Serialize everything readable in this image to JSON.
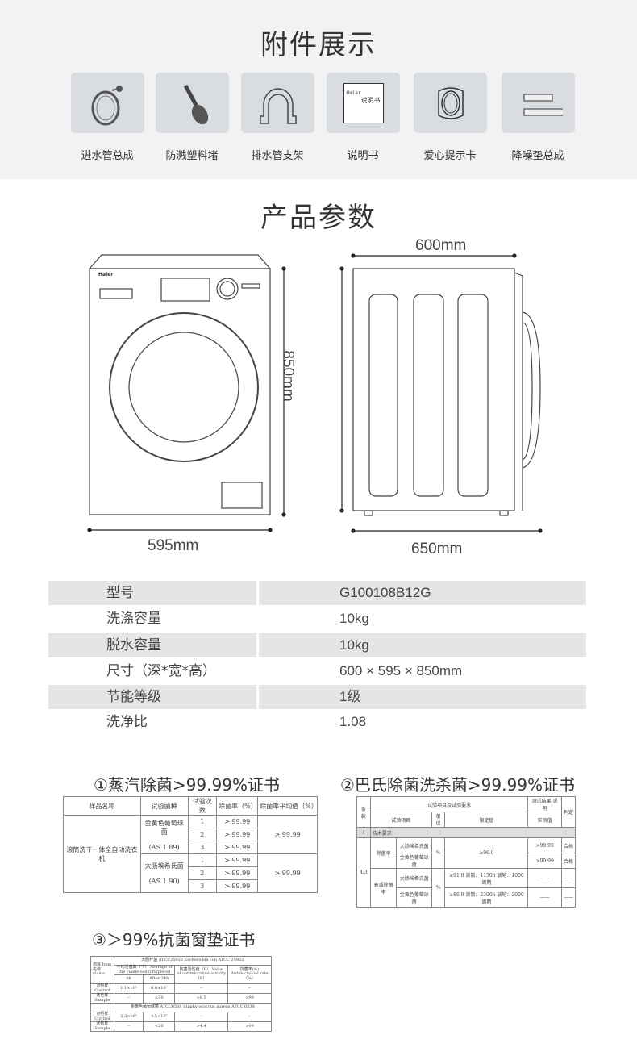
{
  "accessories": {
    "title": "附件展示",
    "items": [
      {
        "label": "进水管总成",
        "icon": "hose-icon"
      },
      {
        "label": "防溅塑料堵",
        "icon": "plastic-plug-icon"
      },
      {
        "label": "排水管支架",
        "icon": "drain-bracket-icon"
      },
      {
        "label": "说明书",
        "icon": "manual-icon",
        "brand": "Haier",
        "card_text": "说明书"
      },
      {
        "label": "爱心提示卡",
        "icon": "tip-card-icon"
      },
      {
        "label": "降噪垫总成",
        "icon": "noise-pad-icon"
      }
    ]
  },
  "params": {
    "title": "产品参数",
    "brand": "Haier",
    "dims": {
      "depth": "600mm",
      "height": "850mm",
      "width": "595mm",
      "depth_full": "650mm"
    }
  },
  "specs": [
    {
      "k": "型号",
      "v": "G100108B12G"
    },
    {
      "k": "洗涤容量",
      "v": "10kg"
    },
    {
      "k": "脱水容量",
      "v": "10kg"
    },
    {
      "k": "尺寸（深*宽*高）",
      "v": "600 × 595 × 850mm"
    },
    {
      "k": "节能等级",
      "v": "1级"
    },
    {
      "k": "洗净比",
      "v": "1.08"
    }
  ],
  "cert1": {
    "title": "①蒸汽除菌>99.99%证书",
    "headers": [
      "样品名称",
      "试验菌种",
      "试验次数",
      "除菌率（%）",
      "除菌率平均值（%）"
    ],
    "sample": "滚筒洗干一体全自动洗衣机",
    "bact": [
      {
        "name": "金黄色葡萄球菌",
        "code": "(AS 1.89)",
        "rates": [
          "> 99.99",
          "> 99.99",
          "> 99.99"
        ],
        "avg": "> 99.99"
      },
      {
        "name": "大肠埃希氏菌",
        "code": "(AS 1.90)",
        "rates": [
          "> 99.99",
          "> 99.99",
          "> 99.99"
        ],
        "avg": "> 99.99"
      }
    ],
    "runs": [
      "1",
      "2",
      "3"
    ]
  },
  "cert2": {
    "title": "②巴氏除菌洗杀菌>99.99%证书",
    "h": [
      "条款",
      "试验项目及试验要求",
      "测试结果-说明",
      "判定",
      "试验项目",
      "单位",
      "限定值",
      "实测值"
    ],
    "sec": [
      "4",
      "技术要求"
    ],
    "clause": "4.3",
    "g1": "除菌率",
    "g2": "衰减除菌率",
    "b1": "大肠埃希氏菌",
    "b2": "金黄色葡萄球菌",
    "unit": "%",
    "lim1": "≥96.0",
    "lim2a": "≥91.0 滚筒：1150h 波轮：1000 周期",
    "lim2b": "≥86.0 滚筒：2300h 波轮：2000 周期",
    "r": [
      ">99.99",
      ">99.99",
      "——",
      "——"
    ],
    "j": [
      "合格",
      "合格",
      "——",
      "——"
    ]
  },
  "cert3": {
    "title": "③＞99%抗菌窗垫证书",
    "item": "项目 Item",
    "name": "名称 Name",
    "org1": "大肠杆菌 ATCC25922 Escherichia coli ATCC 25922",
    "org2": "金黄色葡萄球菌 ATCC6538 Staphylococcus aureus ATCC 6538",
    "h1": "平均活菌数（个） Average of the viable cell (cfu/piece)",
    "h2": "抗菌活性值（R） Value of antimicrobial activity（R）",
    "h3": "抗菌率(%) Antimicrobial rate（%）",
    "t0": "0h",
    "t24": "After 24h",
    "ctrl": "对照样 Control",
    "samp": "送检样 Sample",
    "r1": [
      "1.1×10⁵",
      "6.0×10⁷",
      "--",
      "--"
    ],
    "r2": [
      "--",
      "<20",
      ">6.5",
      ">99"
    ],
    "r3": [
      "2.3×10⁵",
      "4.5×10⁷",
      "--",
      "--"
    ],
    "r4": [
      "--",
      "<20",
      ">4.4",
      ">99"
    ]
  }
}
